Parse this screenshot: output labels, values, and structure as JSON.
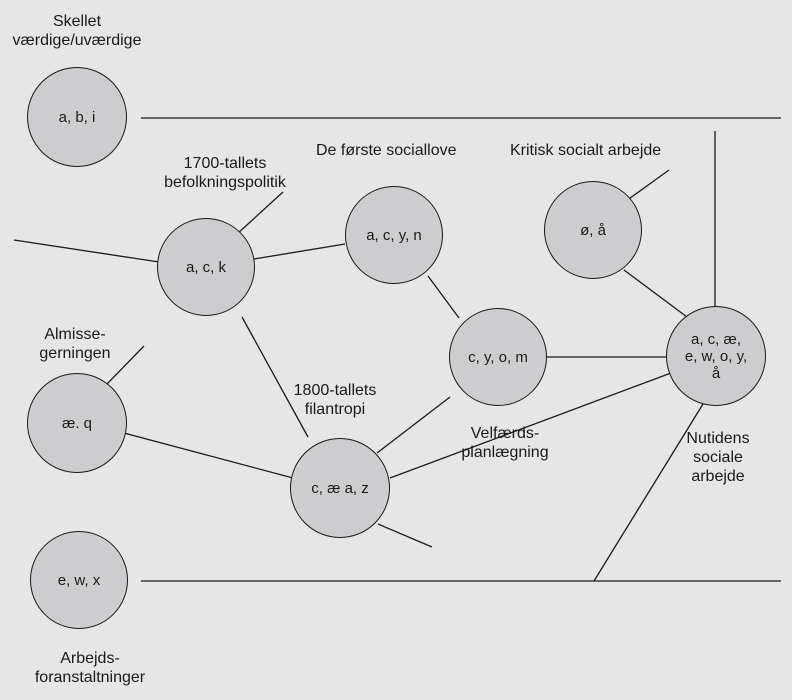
{
  "nodes": {
    "skellet": "a, b, i",
    "tallet1700": "a, c, k",
    "socialloeve": "a, c, y, n",
    "kritisk": "ø, å",
    "almisse": "æ. q",
    "velfaerd": "c, y, o, m",
    "nutidens": "a, c, æ,\ne, w, o, y,\nå",
    "tallet1800": "c, æ a, z",
    "arbejds": "e, w, x"
  },
  "labels": {
    "skellet": "Skellet\nværdige/uværdige",
    "tallet1700": "1700-tallets\nbefolkningspolitik",
    "socialloeve": "De første sociallove",
    "kritisk": "Kritisk socialt arbejde",
    "almisse": "Almisse-\ngerningen",
    "tallet1800": "1800-tallets\nfilantropi",
    "velfaerd": "Velfærds-\nplanlægning",
    "nutidens": "Nutidens\nsociale\narbejde",
    "arbejds": "Arbejds-\nforanstaltninger"
  }
}
